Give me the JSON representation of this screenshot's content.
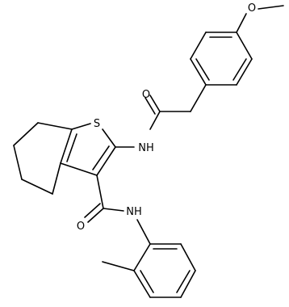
{
  "molecule": {
    "atom_labels": {
      "sulfur": "S",
      "amide_nh_upper": "NH",
      "amide_o_upper": "O",
      "amide_nh_lower": "NH",
      "amide_o_lower": "O",
      "ether_o": "O"
    }
  }
}
